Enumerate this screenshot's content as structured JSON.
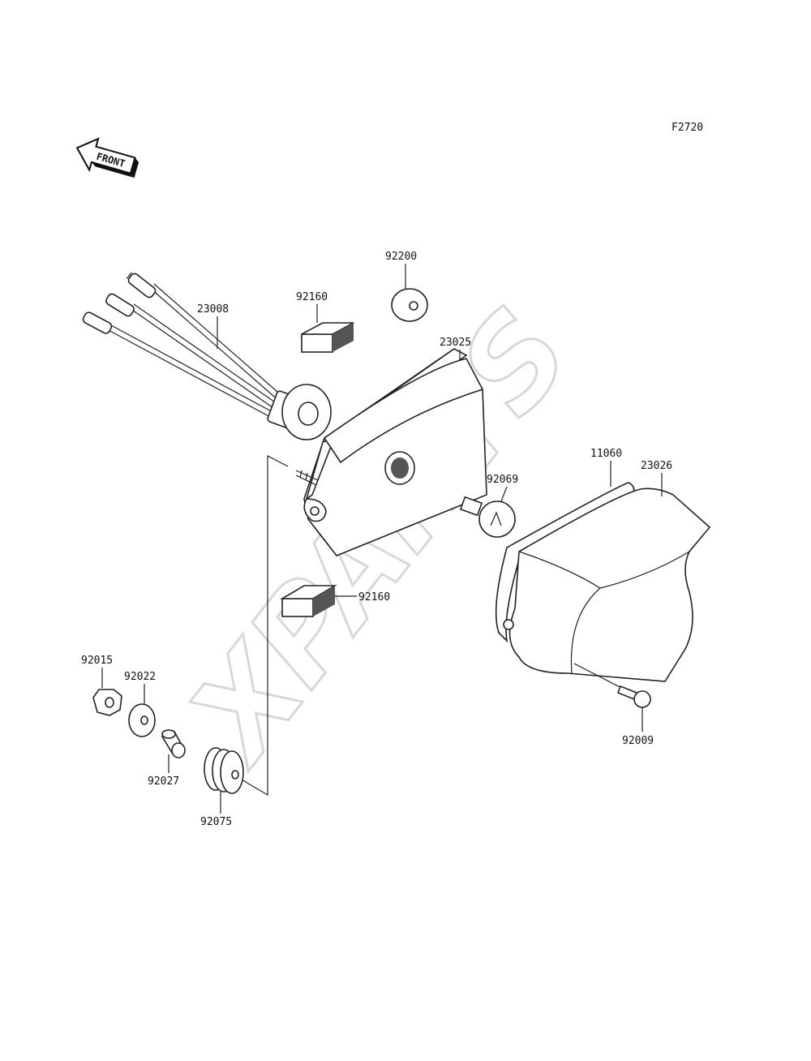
{
  "figure_code": "F2720",
  "front_arrow_text": "FRONT",
  "watermark": "XPARTS",
  "parts": [
    {
      "id": "23008"
    },
    {
      "id": "92160"
    },
    {
      "id": "92200"
    },
    {
      "id": "23025"
    },
    {
      "id": "92069"
    },
    {
      "id": "11060"
    },
    {
      "id": "23026"
    },
    {
      "id": "92160"
    },
    {
      "id": "92015"
    },
    {
      "id": "92022"
    },
    {
      "id": "92027"
    },
    {
      "id": "92075"
    },
    {
      "id": "92009"
    }
  ]
}
